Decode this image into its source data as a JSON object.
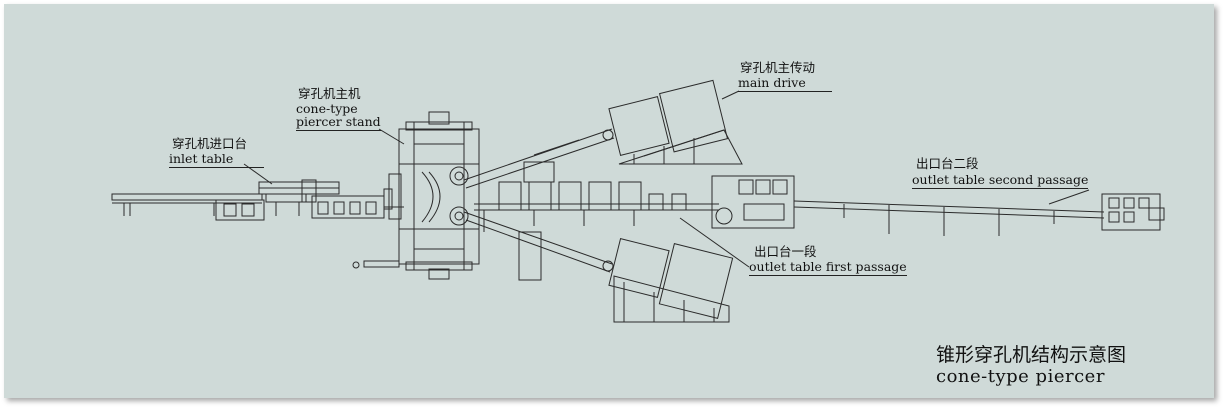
{
  "labels": {
    "inlet_table": {
      "zh": "穿孔机进口台",
      "en": "inlet table"
    },
    "piercer_stand": {
      "zh": "穿孔机主机",
      "en_line1": "cone-type",
      "en_line2": "piercer stand"
    },
    "main_drive": {
      "zh": "穿孔机主传动",
      "en": "main drive"
    },
    "outlet_second": {
      "zh": "出口台二段",
      "en": "outlet table second passage"
    },
    "outlet_first": {
      "zh": "出口台一段",
      "en": "outlet table first passage"
    }
  },
  "caption": {
    "zh": "锥形穿孔机结构示意图",
    "en": "cone-type piercer"
  },
  "colors": {
    "background": "#cfdad8",
    "line": "#2b2b2b"
  }
}
